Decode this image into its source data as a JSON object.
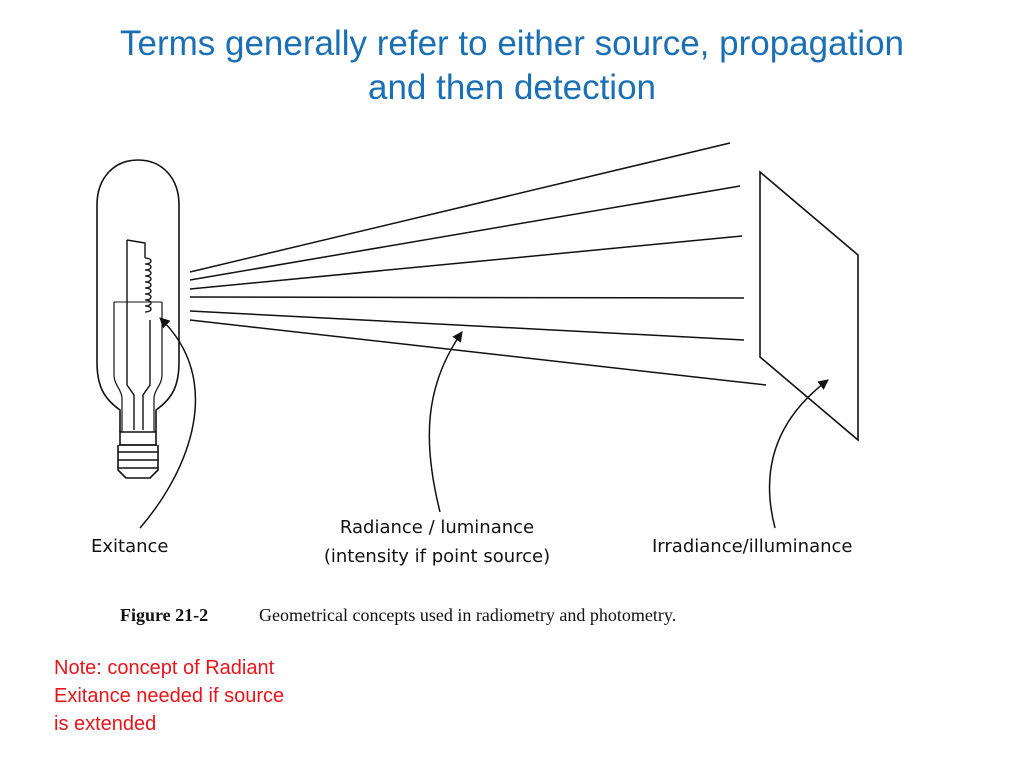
{
  "title": {
    "line1": "Terms generally refer to either source, propagation",
    "line2": "and then detection"
  },
  "diagram": {
    "labels": {
      "exitance": "Exitance",
      "radiance_line1": "Radiance / luminance",
      "radiance_line2": "(intensity if point source)",
      "irradiance": "Irradiance/illuminance"
    },
    "caption": {
      "figure": "Figure 21-2",
      "text": "Geometrical concepts used in radiometry and photometry."
    }
  },
  "note": {
    "line1": "Note: concept of Radiant",
    "line2": "Exitance needed if source",
    "line3": "is extended"
  },
  "colors": {
    "title": "#1a6fb5",
    "note": "#e8141b",
    "ink": "#111111"
  }
}
